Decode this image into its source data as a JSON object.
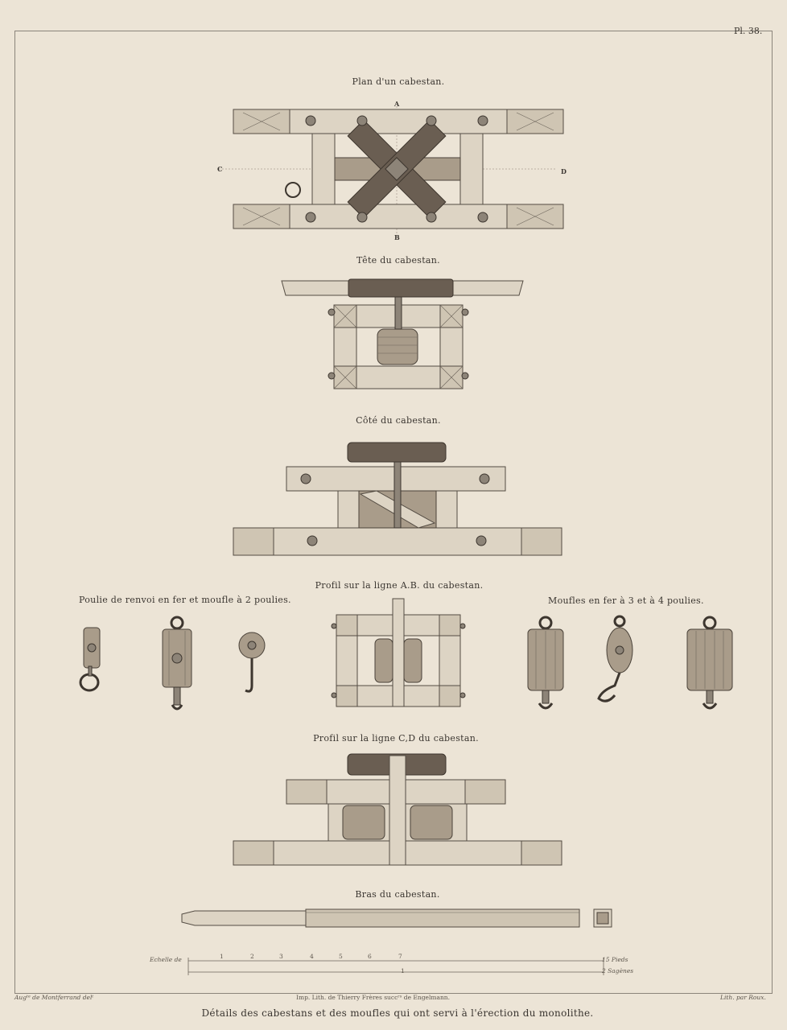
{
  "plate_number": "Pl. 38.",
  "figures": {
    "plan": {
      "title": "Plan d'un cabestan.",
      "label_a": "A",
      "label_b": "B",
      "label_c": "C",
      "label_d": "D"
    },
    "tete": {
      "title": "Tête du cabestan."
    },
    "cote": {
      "title": "Côté du cabestan."
    },
    "profil_ab": {
      "title": "Profil sur la ligne A.B. du cabestan."
    },
    "poulie": {
      "title": "Poulie de renvoi en fer et moufle à 2 poulies."
    },
    "moufles": {
      "title": "Moufles en fer à 3 et à 4 poulies."
    },
    "profil_cd": {
      "title": "Profil sur la ligne C,D du cabestan."
    },
    "bras": {
      "title": "Bras du cabestan."
    }
  },
  "scale": {
    "label": "Echelle de",
    "ticks": [
      "1",
      "2",
      "3",
      "4",
      "5",
      "6",
      "7"
    ],
    "unit_1": "15 Pieds",
    "unit_2": "2 Sagènes",
    "tick_2": "1"
  },
  "credits": {
    "left": "Augᵗᵉ de Montferrand delᵗ",
    "center": "Imp. Lith. de Thierry Frères succʳˢ de Engelmann.",
    "right": "Lith. par Roux."
  },
  "main_title": "Détails des cabestans et des moufles qui ont servi à l'érection du monolithe."
}
